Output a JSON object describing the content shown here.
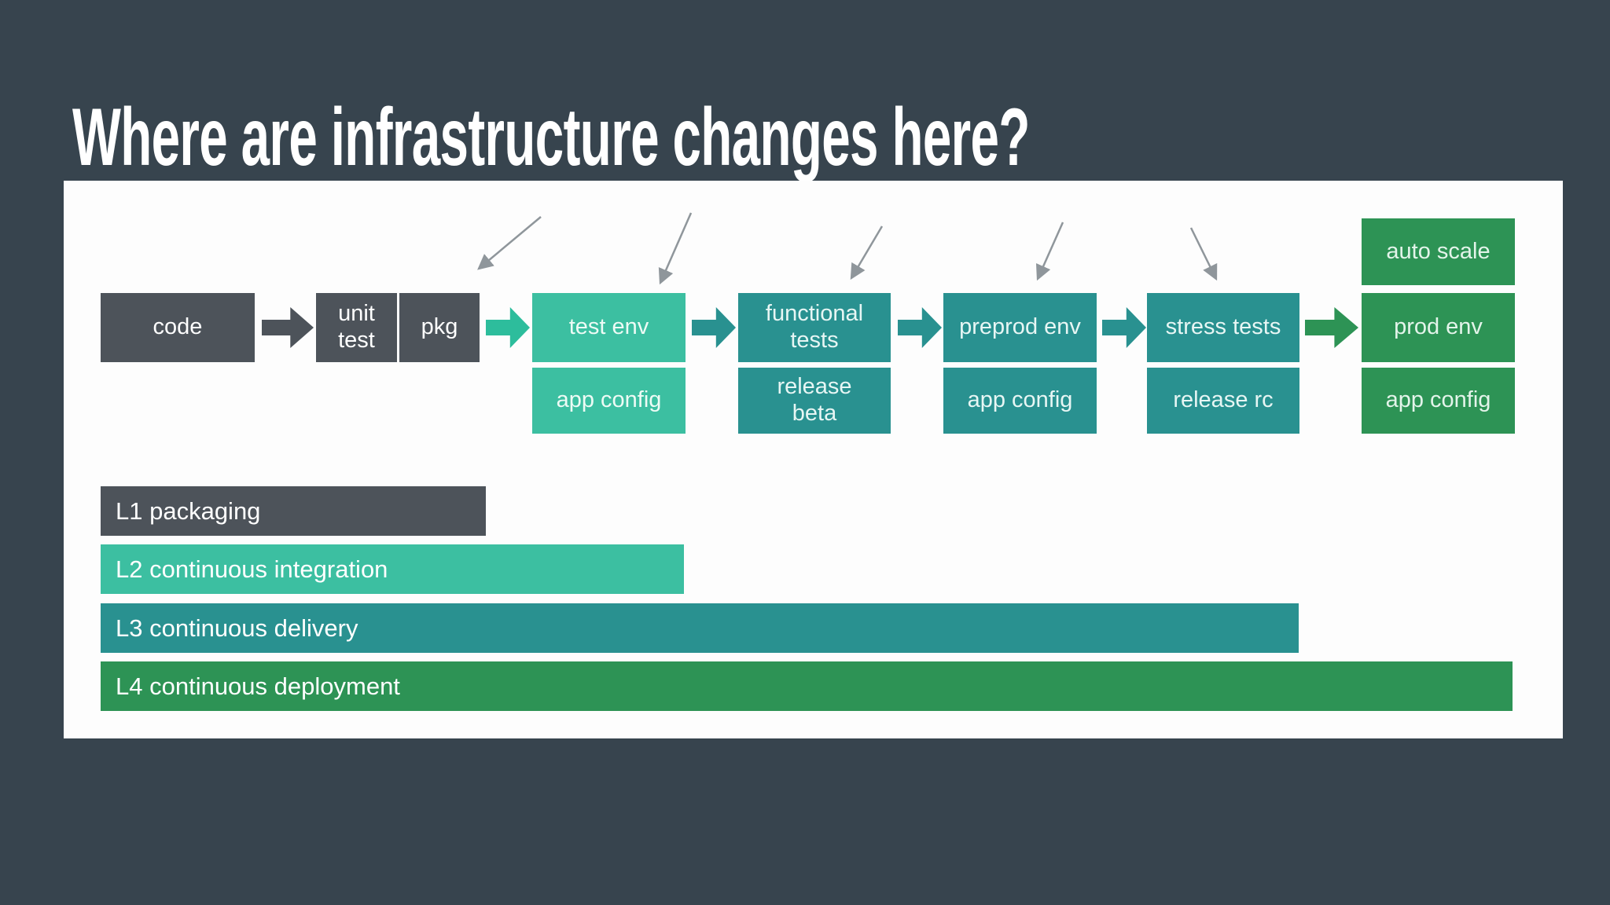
{
  "title": "Where are infrastructure changes here?",
  "flow": {
    "stages": [
      {
        "id": "code",
        "label": "code"
      },
      {
        "id": "unit-test",
        "label": "unit\ntest"
      },
      {
        "id": "pkg",
        "label": "pkg"
      },
      {
        "id": "test-env",
        "label": "test env",
        "sub": "app config"
      },
      {
        "id": "functional-tests",
        "label": "functional\ntests",
        "sub": "release\nbeta"
      },
      {
        "id": "preprod-env",
        "label": "preprod env",
        "sub": "app config"
      },
      {
        "id": "stress-tests",
        "label": "stress tests",
        "sub": "release rc"
      },
      {
        "id": "prod-env",
        "label": "prod env",
        "sub": "app config",
        "above": "auto scale"
      }
    ]
  },
  "levels": [
    {
      "id": "L1",
      "label": "L1 packaging"
    },
    {
      "id": "L2",
      "label": "L2 continuous integration"
    },
    {
      "id": "L3",
      "label": "L3 continuous delivery"
    },
    {
      "id": "L4",
      "label": "L4 continuous deployment"
    }
  ],
  "colors": {
    "background": "#37444e",
    "panel": "#fdfdfd",
    "gray": "#4d535a",
    "teal_light": "#3cbfa1",
    "teal": "#299190",
    "green": "#2d9355",
    "pointer_arrow": "#8f969b",
    "title_text": "#ffffff"
  },
  "icons": {
    "flow_arrow": "right-arrow-icon",
    "pointer_arrow": "diagonal-pointer-arrow-icon"
  }
}
